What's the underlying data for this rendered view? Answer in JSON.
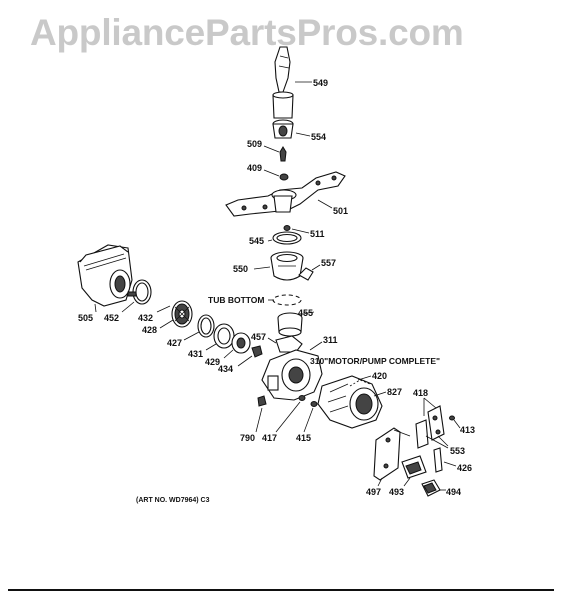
{
  "watermark": "AppliancePartsPros.com",
  "art_number": "(ART NO. WD7964) C3",
  "notes": {
    "tub_bottom": "TUB BOTTOM",
    "motor_pump": "310\"MOTOR/PUMP COMPLETE\""
  },
  "labels": {
    "p549": "549",
    "p554": "554",
    "p509": "509",
    "p409": "409",
    "p501": "501",
    "p511": "511",
    "p545": "545",
    "p550": "550",
    "p557": "557",
    "p505": "505",
    "p452": "452",
    "p432": "432",
    "p428": "428",
    "p427": "427",
    "p431": "431",
    "p429": "429",
    "p434": "434",
    "p455": "455",
    "p457": "457",
    "p311": "311",
    "p420": "420",
    "p827": "827",
    "p418": "418",
    "p413": "413",
    "p553": "553",
    "p426": "426",
    "p790": "790",
    "p417": "417",
    "p415": "415",
    "p497": "497",
    "p493": "493",
    "p494": "494"
  }
}
